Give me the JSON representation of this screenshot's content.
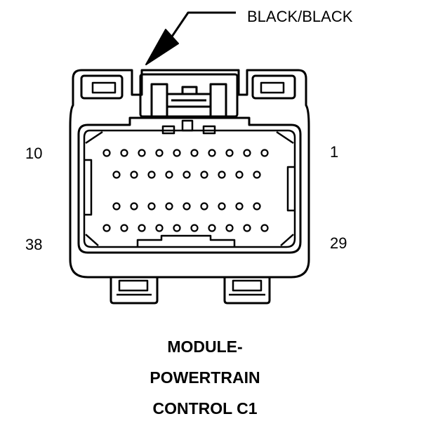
{
  "connector": {
    "wire_color_callout": "BLACK/BLACK",
    "pin_labels": {
      "top_left": "10",
      "top_right": "1",
      "bottom_left": "38",
      "bottom_right": "29"
    },
    "title_lines": [
      "MODULE-",
      "POWERTRAIN",
      "CONTROL C1"
    ],
    "pin_rows": [
      10,
      9,
      9,
      10
    ]
  }
}
